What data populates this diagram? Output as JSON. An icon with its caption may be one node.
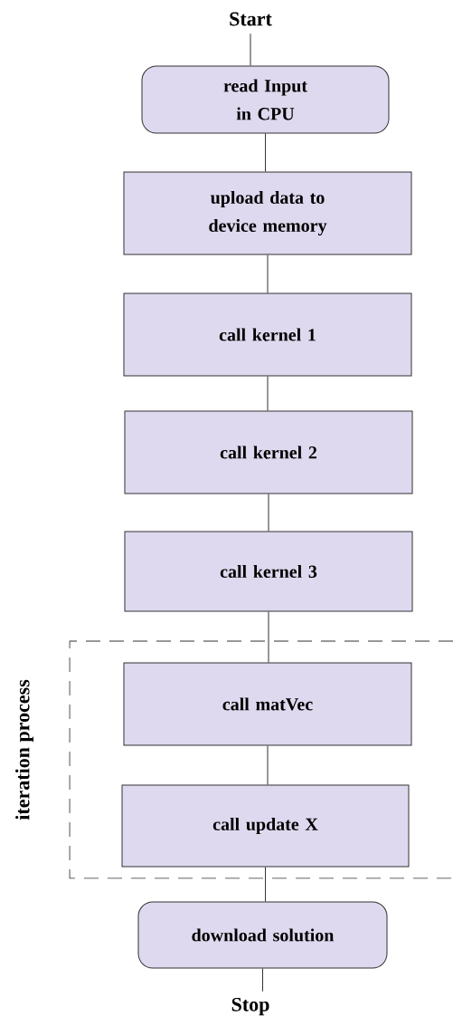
{
  "diagram": {
    "nodes": [
      {
        "text": [
          "Start"
        ]
      },
      {
        "text": [
          "read Input in CPU"
        ]
      },
      {
        "text": [
          "upload data to device memory"
        ]
      },
      {
        "text": [
          "call  kernel 1"
        ]
      },
      {
        "text": [
          "call kernel 2"
        ]
      },
      {
        "text": [
          "call kernel 3"
        ]
      },
      {
        "text": [
          "iteration process"
        ]
      },
      {
        "text": [
          "call matVec"
        ],
        "in": 6
      },
      {
        "text": [
          "call update X"
        ],
        "in": 6
      },
      {
        "text": [
          "download solution"
        ]
      },
      {
        "text": [
          "Stop"
        ]
      }
    ],
    "edges": [
      {
        "from": 0,
        "to": 1,
        "arrow": "none"
      },
      {
        "from": 1,
        "to": 2,
        "arrow": "none"
      },
      {
        "from": 2,
        "to": 3,
        "arrow": "none"
      },
      {
        "from": 3,
        "to": 4,
        "arrow": "none"
      },
      {
        "from": 4,
        "to": 5,
        "arrow": "none"
      },
      {
        "from": 5,
        "to": 7,
        "arrow": "none"
      },
      {
        "from": 7,
        "to": 8,
        "arrow": "none"
      },
      {
        "from": 8,
        "to": 9,
        "arrow": "none"
      },
      {
        "from": 9,
        "to": 10,
        "arrow": "none"
      }
    ]
  }
}
